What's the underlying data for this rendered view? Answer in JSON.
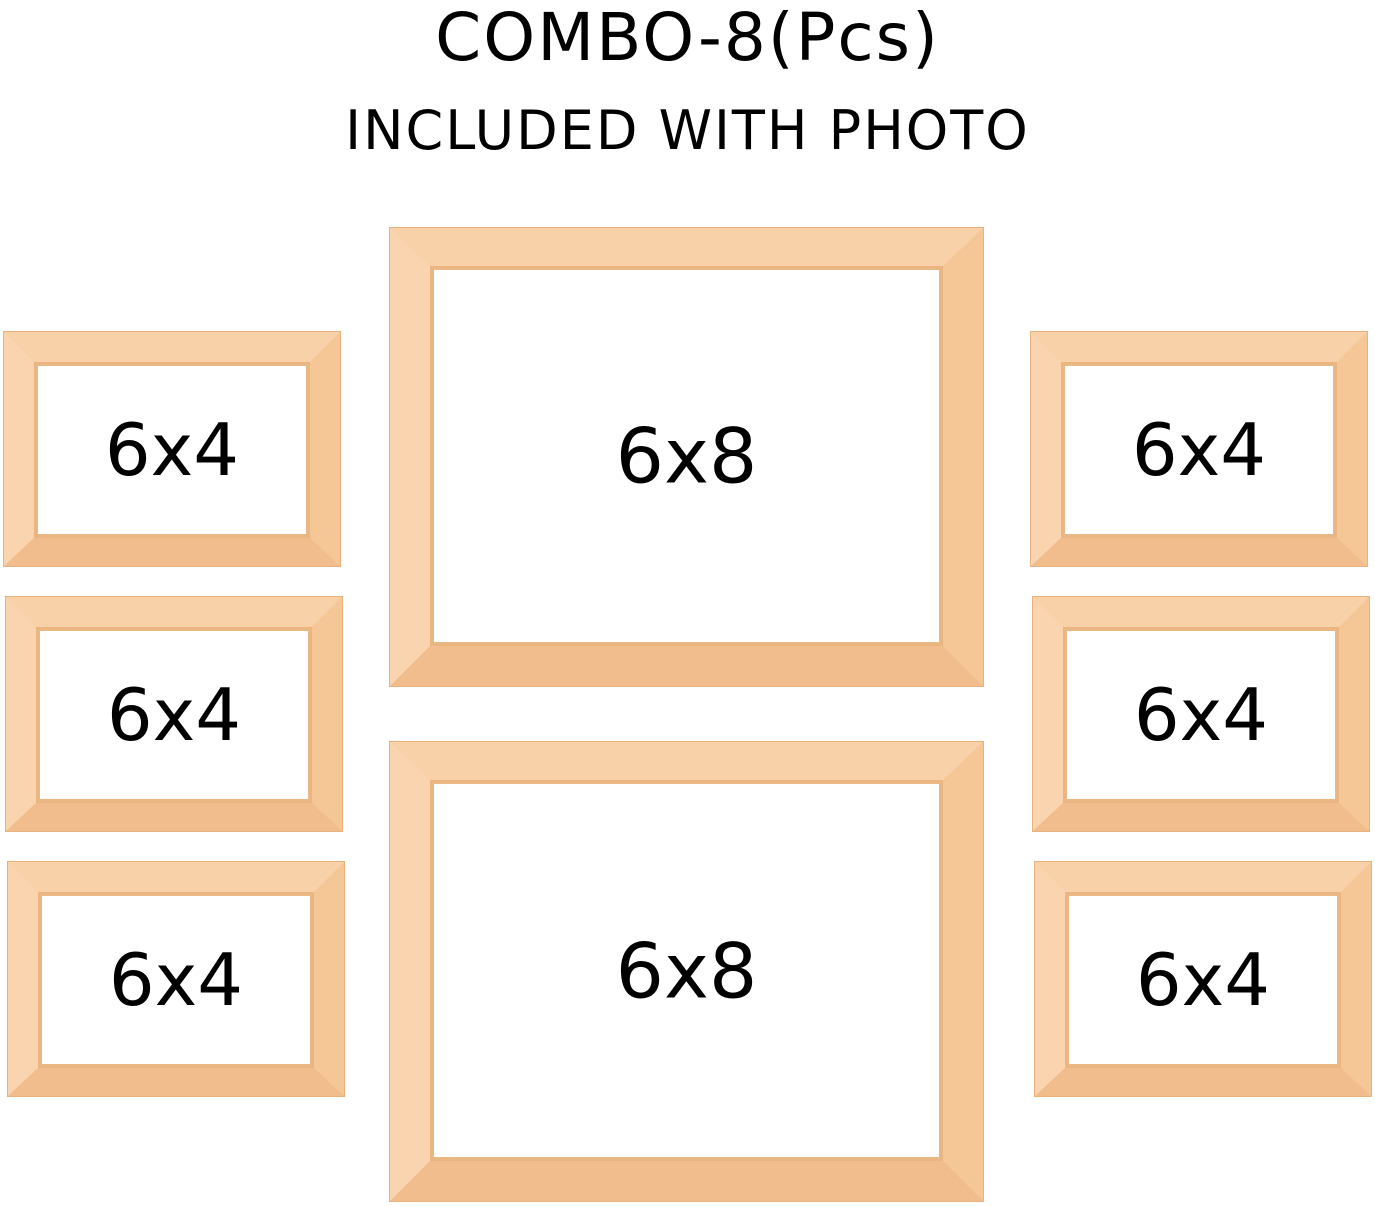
{
  "header": {
    "title": "COMBO-8(Pcs)",
    "subtitle": "INCLUDED WITH PHOTO"
  },
  "frames": {
    "left": [
      {
        "label": "6x4"
      },
      {
        "label": "6x4"
      },
      {
        "label": "6x4"
      }
    ],
    "center": [
      {
        "label": "6x8"
      },
      {
        "label": "6x8"
      }
    ],
    "right": [
      {
        "label": "6x4"
      },
      {
        "label": "6x4"
      },
      {
        "label": "6x4"
      }
    ]
  },
  "colors": {
    "frame_wood": "#f8d1a9",
    "frame_edge": "#e9b884",
    "text": "#000000",
    "background": "#ffffff"
  }
}
